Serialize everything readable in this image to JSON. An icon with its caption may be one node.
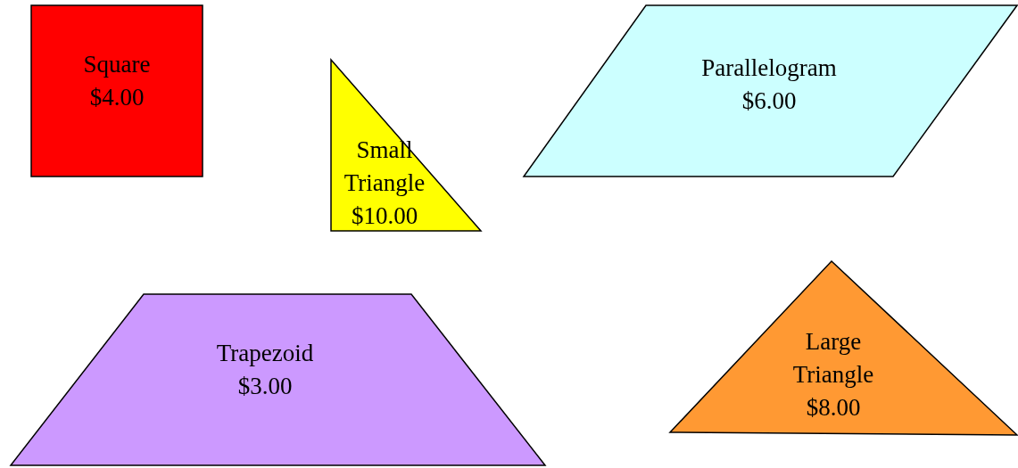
{
  "diagram": {
    "nodes": [
      {
        "text": [
          "Square",
          "$4.00"
        ]
      },
      {
        "text": [
          "Small Triangle",
          "$10.00"
        ]
      },
      {
        "text": [
          "Parallelogram",
          "$6.00"
        ]
      },
      {
        "text": [
          "Trapezoid",
          "$3.00"
        ]
      },
      {
        "text": [
          "Large Triangle",
          "$8.00"
        ]
      }
    ],
    "edges": []
  }
}
